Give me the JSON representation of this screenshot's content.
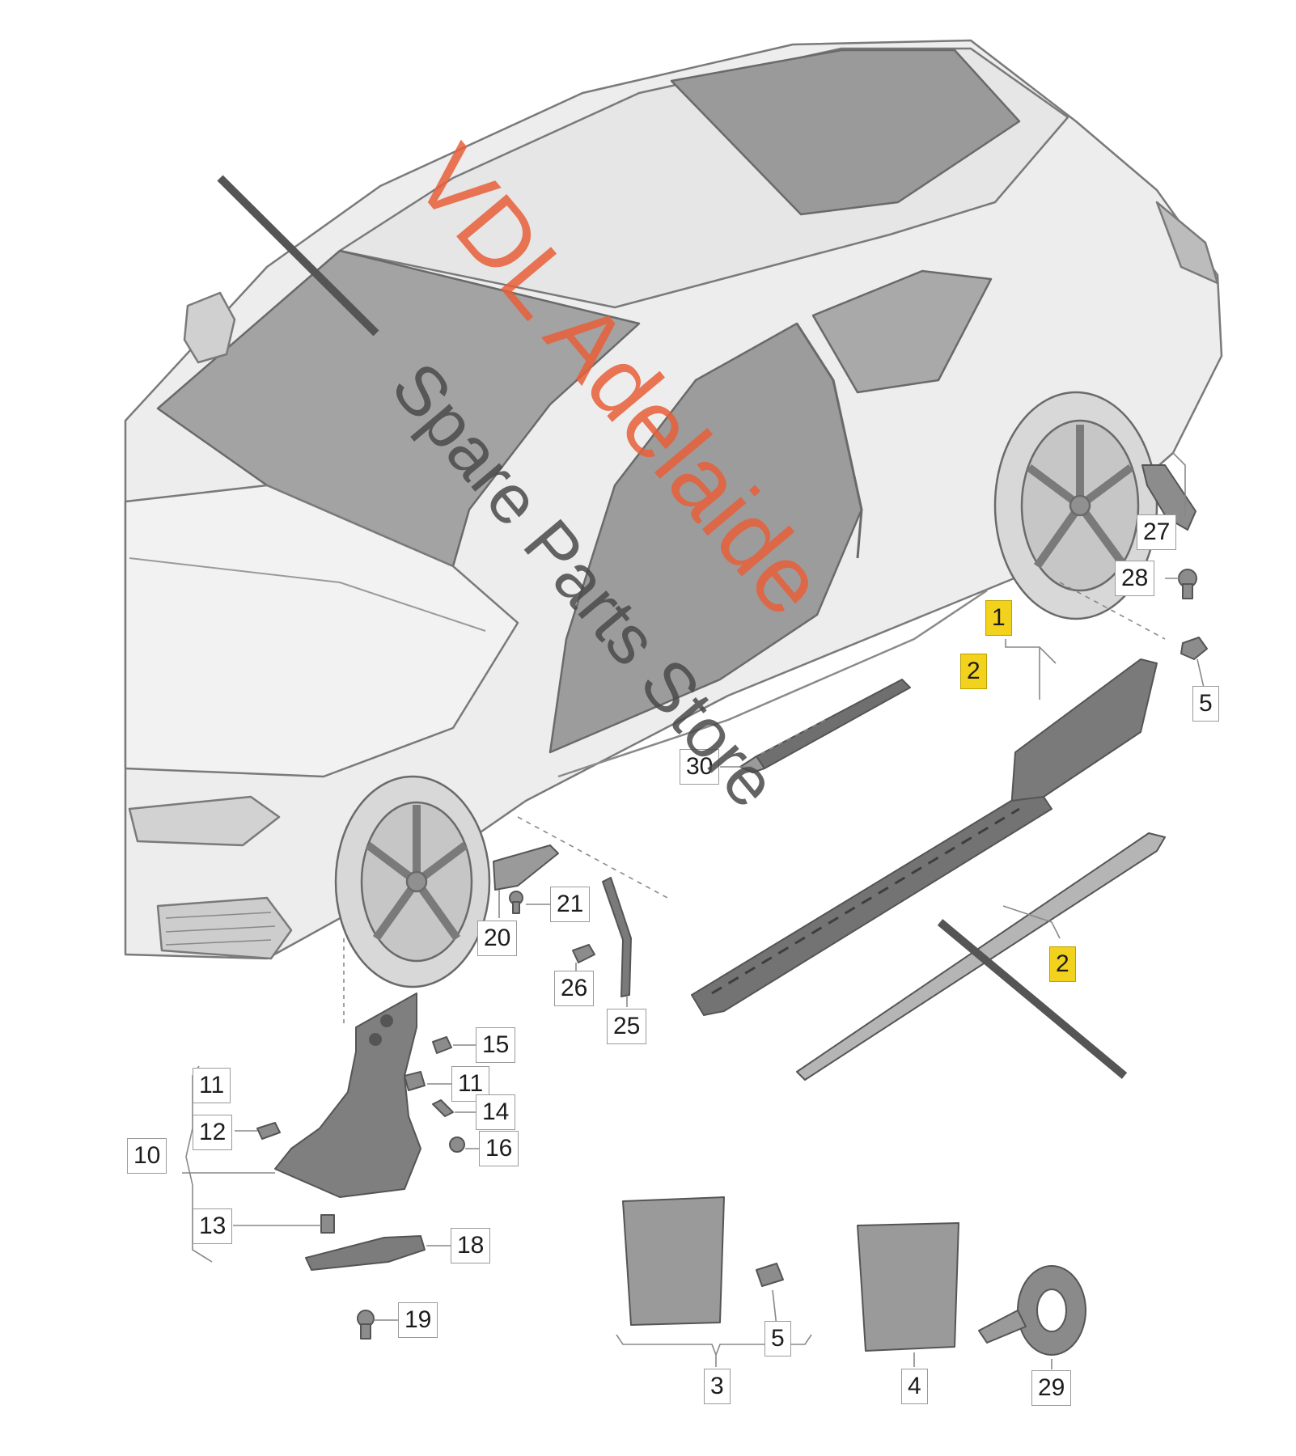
{
  "labels": {
    "l1": "1",
    "l2a": "2",
    "l2b": "2",
    "l3": "3",
    "l4": "4",
    "l5a": "5",
    "l5b": "5",
    "l10": "10",
    "l11a": "11",
    "l11b": "11",
    "l12": "12",
    "l13": "13",
    "l14": "14",
    "l15": "15",
    "l16": "16",
    "l18": "18",
    "l19": "19",
    "l20": "20",
    "l21": "21",
    "l25": "25",
    "l26": "26",
    "l27": "27",
    "l28": "28",
    "l29": "29",
    "l30": "30"
  },
  "highlighted_callouts": [
    "1",
    "2"
  ],
  "colors": {
    "highlight": "#f2d21c",
    "watermark_primary": "#e8603a",
    "watermark_secondary": "#4a4a4a",
    "line_art": "#8a8a8a"
  },
  "watermark": {
    "line1": "VDL Adelaide",
    "line2": "Spare Parts Store"
  }
}
